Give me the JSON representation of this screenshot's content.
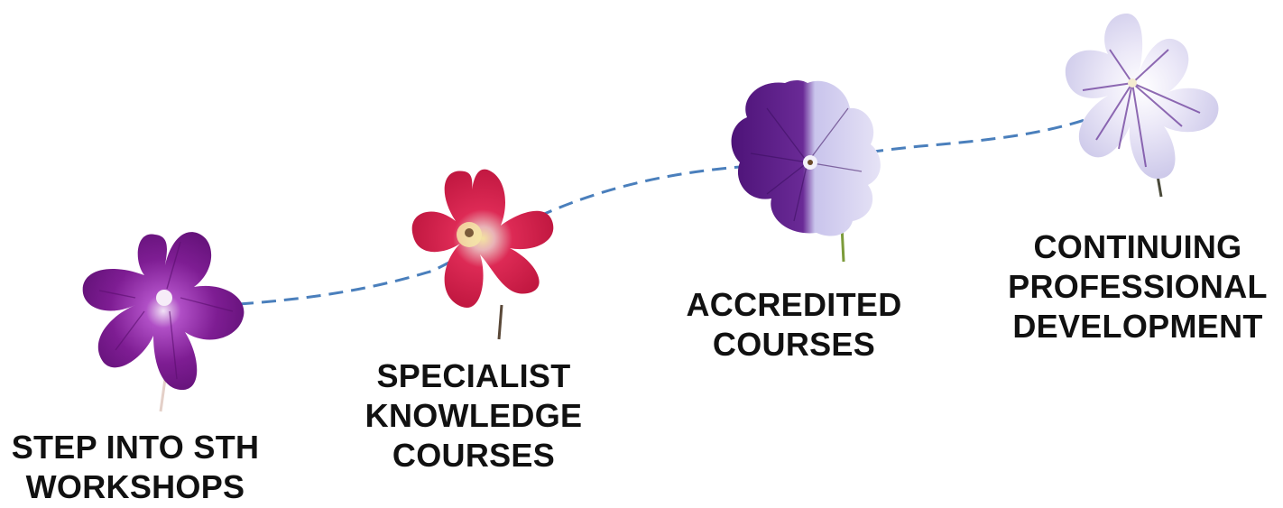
{
  "steps": [
    {
      "lines": [
        "STEP INTO STH",
        "WORKSHOPS"
      ],
      "flower_color": "#7a1a8c"
    },
    {
      "lines": [
        "SPECIALIST",
        "KNOWLEDGE",
        "COURSES"
      ],
      "flower_color": "#d81f4e"
    },
    {
      "lines": [
        "ACCREDITED",
        "COURSES"
      ],
      "flower_color": "#5a1f86"
    },
    {
      "lines": [
        "CONTINUING",
        "PROFESSIONAL",
        "DEVELOPMENT"
      ],
      "flower_color": "#d9d6ef"
    }
  ],
  "connector_color": "#4a7fbc"
}
